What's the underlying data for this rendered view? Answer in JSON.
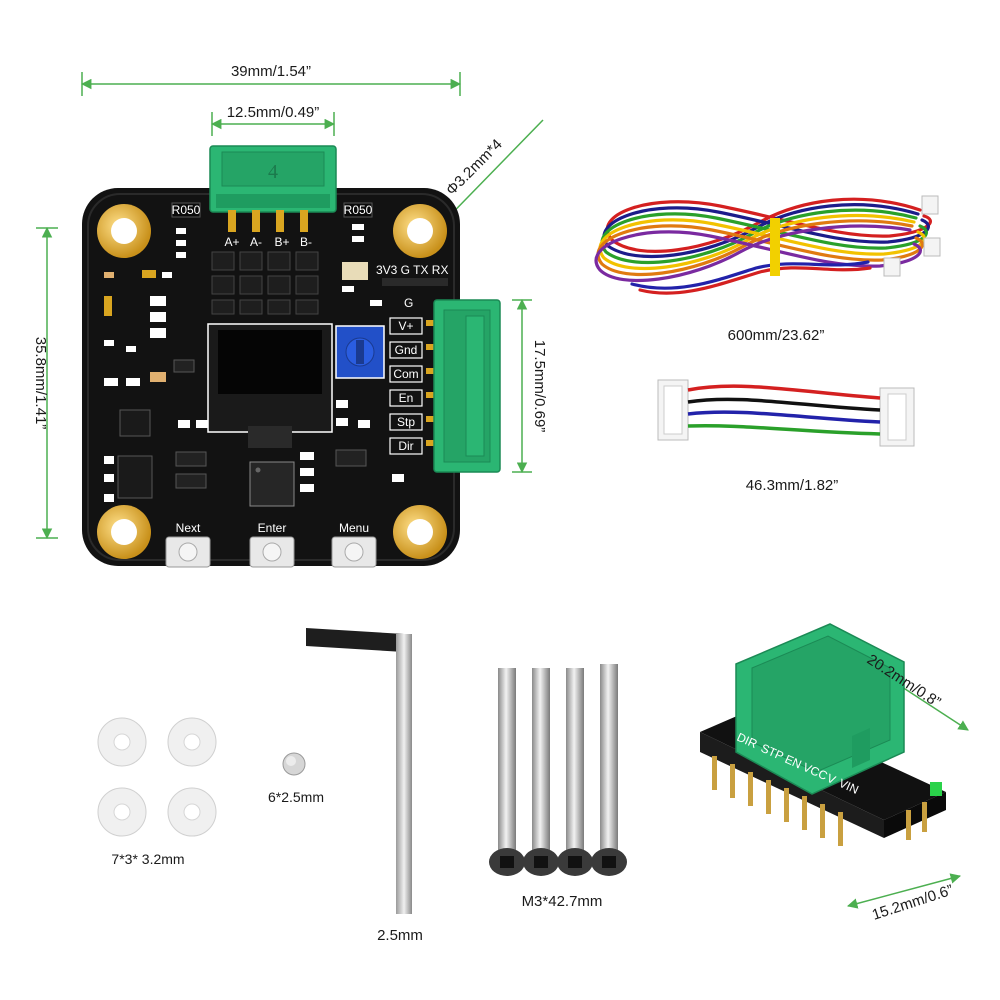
{
  "dimensions": {
    "board_width": "39mm/1.54”",
    "connector_width": "12.5mm/0.49”",
    "hole_diameter": "Φ3.2mm*4",
    "board_height": "35.8mm/1.41”",
    "side_connector_height": "17.5mm/0.69”",
    "long_cable": "600mm/23.62”",
    "short_cable": "46.3mm/1.82”",
    "adapter_length": "20.2mm/0.8”",
    "adapter_width": "15.2mm/0.6”"
  },
  "board": {
    "motor_connector_label": "4",
    "motor_pins": [
      "A+",
      "A-",
      "B+",
      "B-"
    ],
    "side_pins": [
      "V+",
      "Gnd",
      "Com",
      "En",
      "Stp",
      "Dir"
    ],
    "side_ground": "G",
    "serial_header": "3V3 G TX RX",
    "buttons": [
      "Next",
      "Enter",
      "Menu"
    ],
    "resistor_labels": [
      "R050",
      "R050"
    ]
  },
  "adapter": {
    "pin_labels": [
      "DIR",
      "STP",
      "EN",
      "VCC",
      "V",
      "VIN"
    ]
  },
  "captions": {
    "washers": "7*3* 3.2mm",
    "magnet": "6*2.5mm",
    "hex_key": "2.5mm",
    "screws": "M3*42.7mm"
  },
  "colors": {
    "dimension_line": "#4caf50",
    "pcb": "#111111",
    "connector": "#2bb673",
    "gold_pad": "#d9a520"
  }
}
